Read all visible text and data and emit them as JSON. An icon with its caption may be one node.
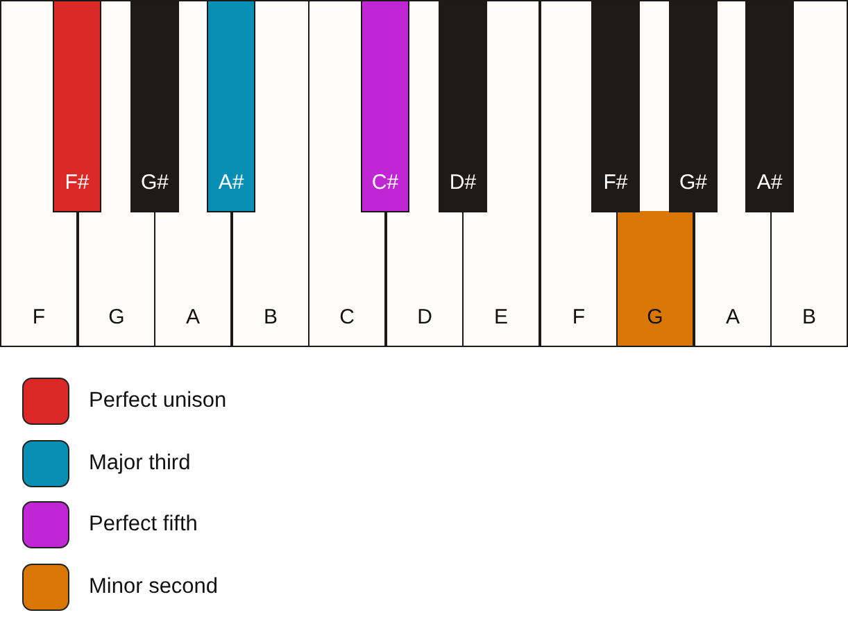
{
  "diagram": {
    "nodes": [
      {
        "text": [
          "F"
        ]
      },
      {
        "text": [
          "G"
        ]
      },
      {
        "text": [
          "A"
        ]
      },
      {
        "text": [
          "B"
        ]
      },
      {
        "text": [
          "C"
        ]
      },
      {
        "text": [
          "D"
        ]
      },
      {
        "text": [
          "E"
        ]
      },
      {
        "text": [
          "F"
        ]
      },
      {
        "text": [
          "G"
        ]
      },
      {
        "text": [
          "A"
        ]
      },
      {
        "text": [
          "B"
        ]
      },
      {
        "text": [
          "F#"
        ]
      },
      {
        "text": [
          "G#"
        ]
      },
      {
        "text": [
          "A#"
        ]
      },
      {
        "text": [
          "C#"
        ]
      },
      {
        "text": [
          "D#"
        ]
      },
      {
        "text": [
          "F#"
        ]
      },
      {
        "text": [
          "G#"
        ]
      },
      {
        "text": [
          "A#"
        ]
      }
    ],
    "legend": [
      {
        "text": "Perfect unison",
        "color": "#dd2828"
      },
      {
        "text": "Major third",
        "color": "#0a8fb4"
      },
      {
        "text": "Perfect fifth",
        "color": "#c026d3"
      },
      {
        "text": "Minor second",
        "color": "#d97706"
      }
    ]
  }
}
